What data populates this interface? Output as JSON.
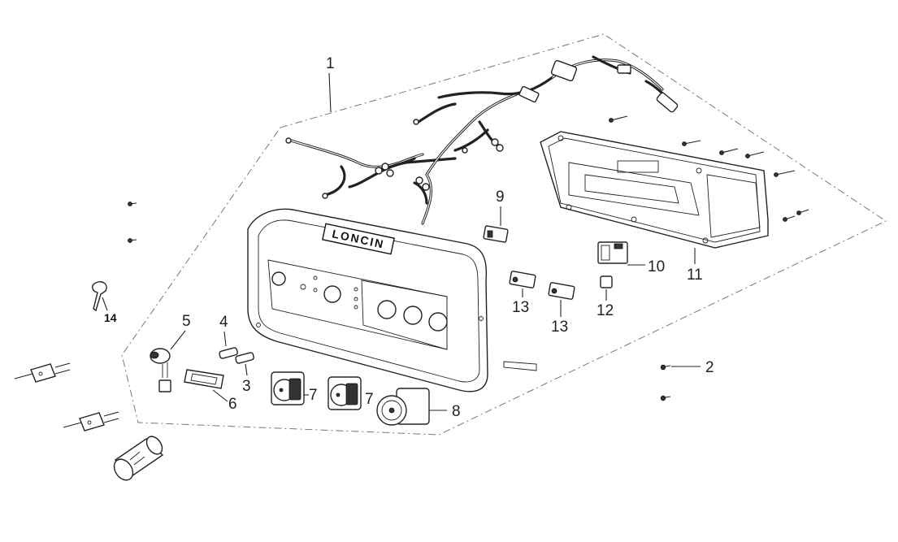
{
  "diagram": {
    "brand_logo": "LONCIN",
    "callouts": {
      "c1": "1",
      "c2": "2",
      "c3": "3",
      "c4": "4",
      "c5": "5",
      "c6": "6",
      "c7a": "7",
      "c7b": "7",
      "c8": "8",
      "c9": "9",
      "c10": "10",
      "c11": "11",
      "c12": "12",
      "c13a": "13",
      "c13b": "13",
      "c14": "14"
    }
  }
}
